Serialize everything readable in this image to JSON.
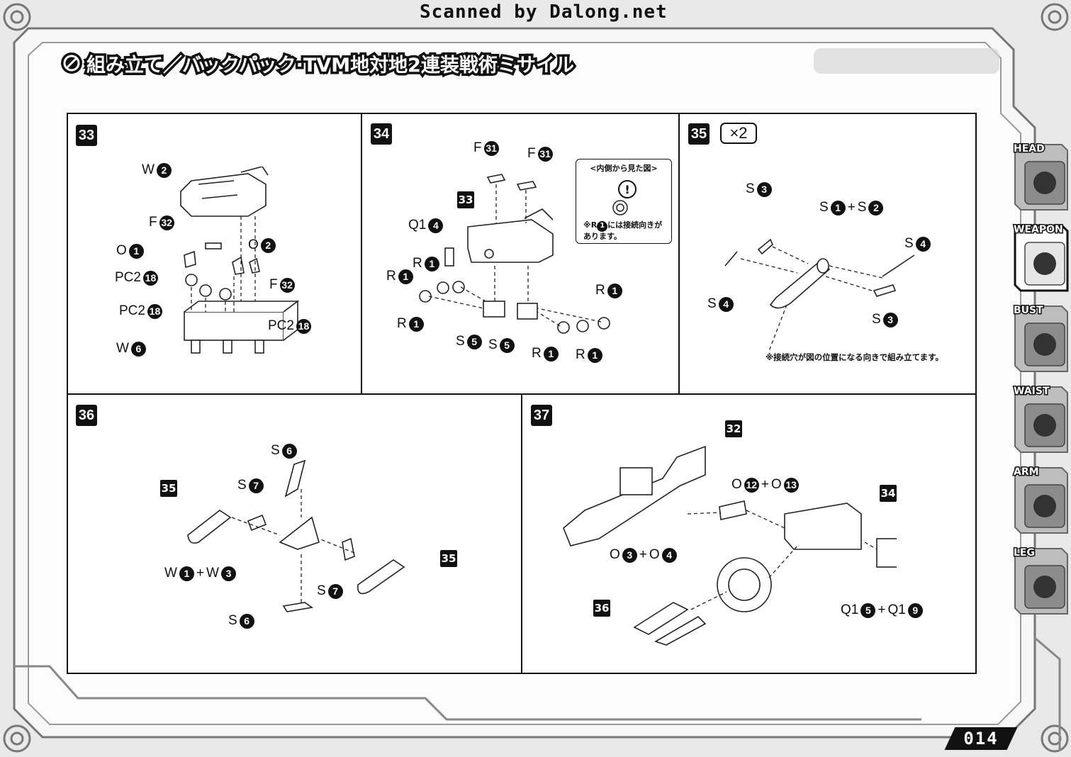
{
  "header": {
    "scan_credit": "Scanned by Dalong.net",
    "title": "組み立て／バックパック·TVM地対地2連装戦術ミサイル"
  },
  "side_tabs": [
    {
      "label": "HEAD",
      "active": false
    },
    {
      "label": "WEAPON",
      "active": true
    },
    {
      "label": "BUST",
      "active": false
    },
    {
      "label": "WAIST",
      "active": false
    },
    {
      "label": "ARM",
      "active": false
    },
    {
      "label": "LEG",
      "active": false
    }
  ],
  "page_number": "014",
  "steps": {
    "s33": {
      "number": "33",
      "labels": [
        {
          "prefix": "W",
          "n": "2"
        },
        {
          "prefix": "F",
          "n": "32"
        },
        {
          "prefix": "O",
          "n": "1"
        },
        {
          "prefix": "O",
          "n": "2"
        },
        {
          "prefix": "PC2",
          "n": "18"
        },
        {
          "prefix": "F",
          "n": "32"
        },
        {
          "prefix": "PC2",
          "n": "18"
        },
        {
          "prefix": "PC2",
          "n": "18"
        },
        {
          "prefix": "W",
          "n": "6"
        }
      ]
    },
    "s34": {
      "number": "34",
      "ref_part": "33",
      "labels": [
        {
          "prefix": "F",
          "n": "31"
        },
        {
          "prefix": "F",
          "n": "31"
        },
        {
          "prefix": "Q1",
          "n": "4"
        },
        {
          "prefix": "R",
          "n": "1"
        },
        {
          "prefix": "R",
          "n": "1"
        },
        {
          "prefix": "R",
          "n": "1"
        },
        {
          "prefix": "R",
          "n": "1"
        },
        {
          "prefix": "S",
          "n": "5"
        },
        {
          "prefix": "S",
          "n": "5"
        },
        {
          "prefix": "R",
          "n": "1"
        },
        {
          "prefix": "R",
          "n": "1"
        }
      ],
      "note_heading": "<内側から見た図>",
      "note_prefix": "※R",
      "note_n": "1",
      "note_line1_suffix": "には接続向きが",
      "note_line2": "あります。"
    },
    "s35": {
      "number": "35",
      "multiplier": "×2",
      "labels": [
        {
          "prefix": "S",
          "n": "3"
        },
        {
          "prefix": "S",
          "n": "4"
        },
        {
          "prefix": "S",
          "n": "4"
        },
        {
          "prefix": "S",
          "n": "3"
        }
      ],
      "combo": {
        "a_prefix": "S",
        "a_n": "1",
        "b_prefix": "S",
        "b_n": "2"
      },
      "note": "※接続穴が図の位置になる向きで組み立てます。"
    },
    "s36": {
      "number": "36",
      "ref_left": "35",
      "ref_right": "35",
      "labels": [
        {
          "prefix": "S",
          "n": "6"
        },
        {
          "prefix": "S",
          "n": "7"
        },
        {
          "prefix": "S",
          "n": "7"
        },
        {
          "prefix": "S",
          "n": "6"
        }
      ],
      "combo": {
        "a_prefix": "W",
        "a_n": "1",
        "b_prefix": "W",
        "b_n": "3"
      }
    },
    "s37": {
      "number": "37",
      "ref_top": "32",
      "ref_right": "34",
      "ref_bottom": "36",
      "combo1": {
        "a_prefix": "O",
        "a_n": "12",
        "b_prefix": "O",
        "b_n": "13"
      },
      "combo2": {
        "a_prefix": "O",
        "a_n": "3",
        "b_prefix": "O",
        "b_n": "4"
      },
      "combo3": {
        "a_prefix": "Q1",
        "a_n": "5",
        "b_prefix": "Q1",
        "b_n": "9"
      }
    }
  }
}
